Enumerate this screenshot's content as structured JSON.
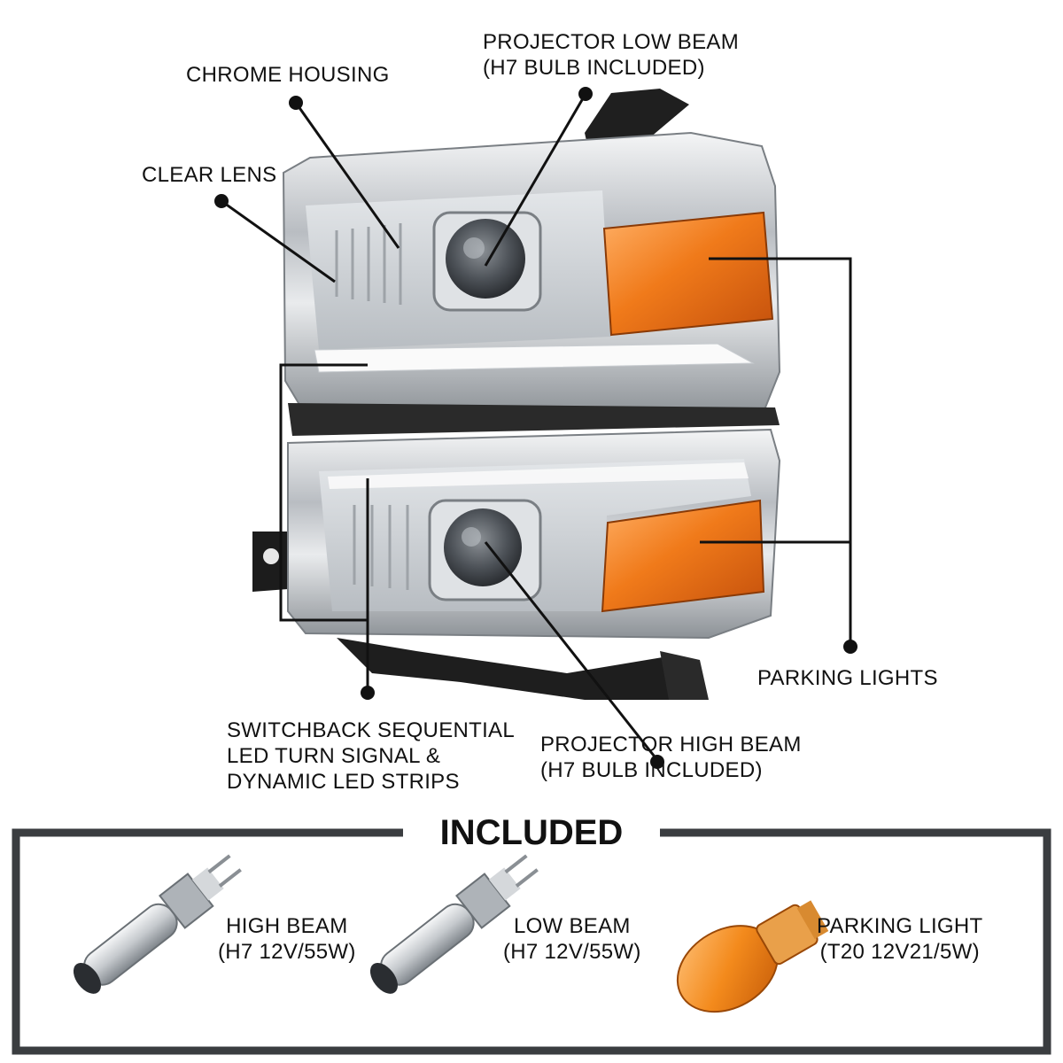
{
  "callouts": {
    "projector_low_beam": {
      "line1": "PROJECTOR LOW BEAM",
      "line2": "(H7 BULB INCLUDED)"
    },
    "chrome_housing": "CHROME HOUSING",
    "clear_lens": "CLEAR LENS",
    "parking_lights": "PARKING LIGHTS",
    "switchback": {
      "line1": "SWITCHBACK SEQUENTIAL",
      "line2": "LED TURN SIGNAL &",
      "line3": "DYNAMIC LED STRIPS"
    },
    "projector_high_beam": {
      "line1": "PROJECTOR HIGH BEAM",
      "line2": "(H7 BULB INCLUDED)"
    }
  },
  "included": {
    "title": "INCLUDED",
    "items": [
      {
        "name": "HIGH BEAM",
        "spec": "(H7 12V/55W)",
        "icon": "h7-halogen-bulb-icon"
      },
      {
        "name": "LOW BEAM",
        "spec": "(H7 12V/55W)",
        "icon": "h7-halogen-bulb-icon"
      },
      {
        "name": "PARKING LIGHT",
        "spec": "(T20 12V21/5W)",
        "icon": "t20-amber-bulb-icon"
      }
    ]
  },
  "colors": {
    "amber": "#f07a1a",
    "chrome": "#c9cdd2",
    "frame": "#3a3d40",
    "housing": "#2b2b2b"
  }
}
